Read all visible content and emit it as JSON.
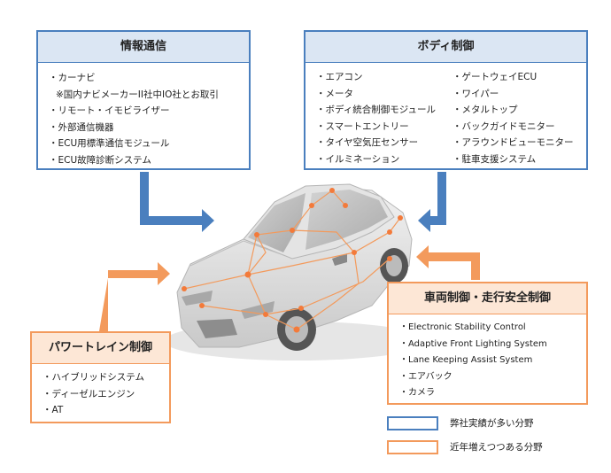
{
  "joho": {
    "title": "情報通信",
    "items": [
      "・カーナビ",
      "※国内ナビメーカーII社中IO社とお取引",
      "・リモート・イモビライザー",
      "・外部通信機器",
      "・ECU用標準通信モジュール",
      "・ECU故障診断システム"
    ]
  },
  "body_ctrl": {
    "title": "ボディ制御",
    "col1": [
      "・エアコン",
      "・メータ",
      "・ボディ統合制御モジュール",
      "・スマートエントリー",
      "・タイヤ空気圧センサー",
      "・イルミネーション"
    ],
    "col2": [
      "・ゲートウェイECU",
      "・ワイパー",
      "・メタルトップ",
      "・バックガイドモニター",
      "・アラウンドビューモニター",
      "・駐車支援システム"
    ]
  },
  "vehicle": {
    "title": "車両制御・走行安全制御",
    "items": [
      "・Electronic Stability Control",
      "・Adaptive Front Lighting System",
      "・Lane Keeping Assist System",
      "・エアバック",
      "・カメラ"
    ]
  },
  "power": {
    "title": "パワートレイン制御",
    "items": [
      "・ハイブリッドシステム",
      "・ディーゼルエンジン",
      "・AT"
    ]
  },
  "legend": {
    "blue_label": "弊社実績が多い分野",
    "orange_label": "近年増えつつある分野"
  },
  "colors": {
    "blue": "#4a7fbe",
    "orange": "#f39a5c",
    "blue_fill": "#dbe6f3",
    "orange_fill": "#fde7d6",
    "car": "#dcdcdc"
  }
}
